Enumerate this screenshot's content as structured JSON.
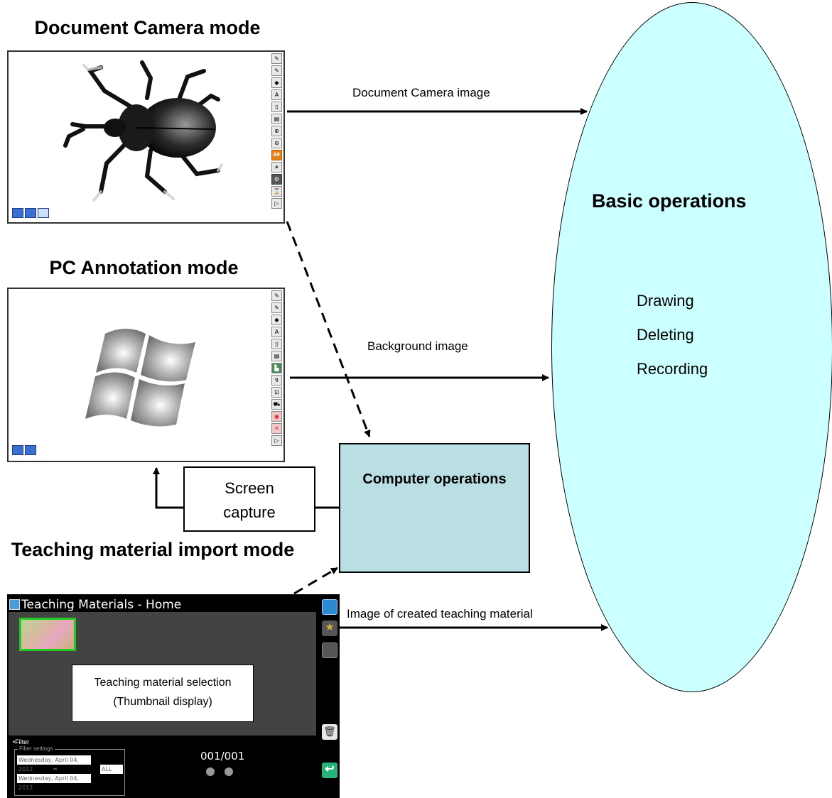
{
  "titles": {
    "doc_camera": "Document Camera mode",
    "pc_annotation": "PC Annotation mode",
    "teaching_import": "Teaching material import mode"
  },
  "arrows": {
    "doc_camera_image": "Document Camera image",
    "background_image": "Background image",
    "created_material_image": "Image of created teaching material"
  },
  "basic_ops": {
    "title": "Basic operations",
    "items": [
      "Drawing",
      "Deleting",
      "Recording"
    ],
    "fill": "#ccffff"
  },
  "computer_ops": {
    "label": "Computer operations",
    "fill": "#b9dfe3"
  },
  "screen_capture": {
    "line1": "Screen",
    "line2": "capture"
  },
  "doc_camera_toolbar": [
    "✎",
    "✎",
    "◆",
    "A",
    "▯",
    "▤",
    "⊕",
    "⊖",
    "AF",
    "☀",
    "⚙",
    "⌛",
    "▷"
  ],
  "pc_toolbar": [
    "✎",
    "✎",
    "◆",
    "A",
    "▯",
    "▤",
    "▙",
    "↯",
    "⊡",
    "⛟",
    "◉",
    "✕",
    "▷"
  ],
  "teaching_material": {
    "window_title": "Teaching Materials - Home",
    "selection_line1": "Teaching material selection",
    "selection_line2": "(Thumbnail display)",
    "filter_label": "•Filter",
    "filter_settings_label": "Filter settings",
    "date_from": "Wednesday, April 04, 2012",
    "date_to": "Wednesday, April 04, 2012",
    "tilde": "~",
    "all_value": "ALL",
    "page_counter": "001/001"
  }
}
